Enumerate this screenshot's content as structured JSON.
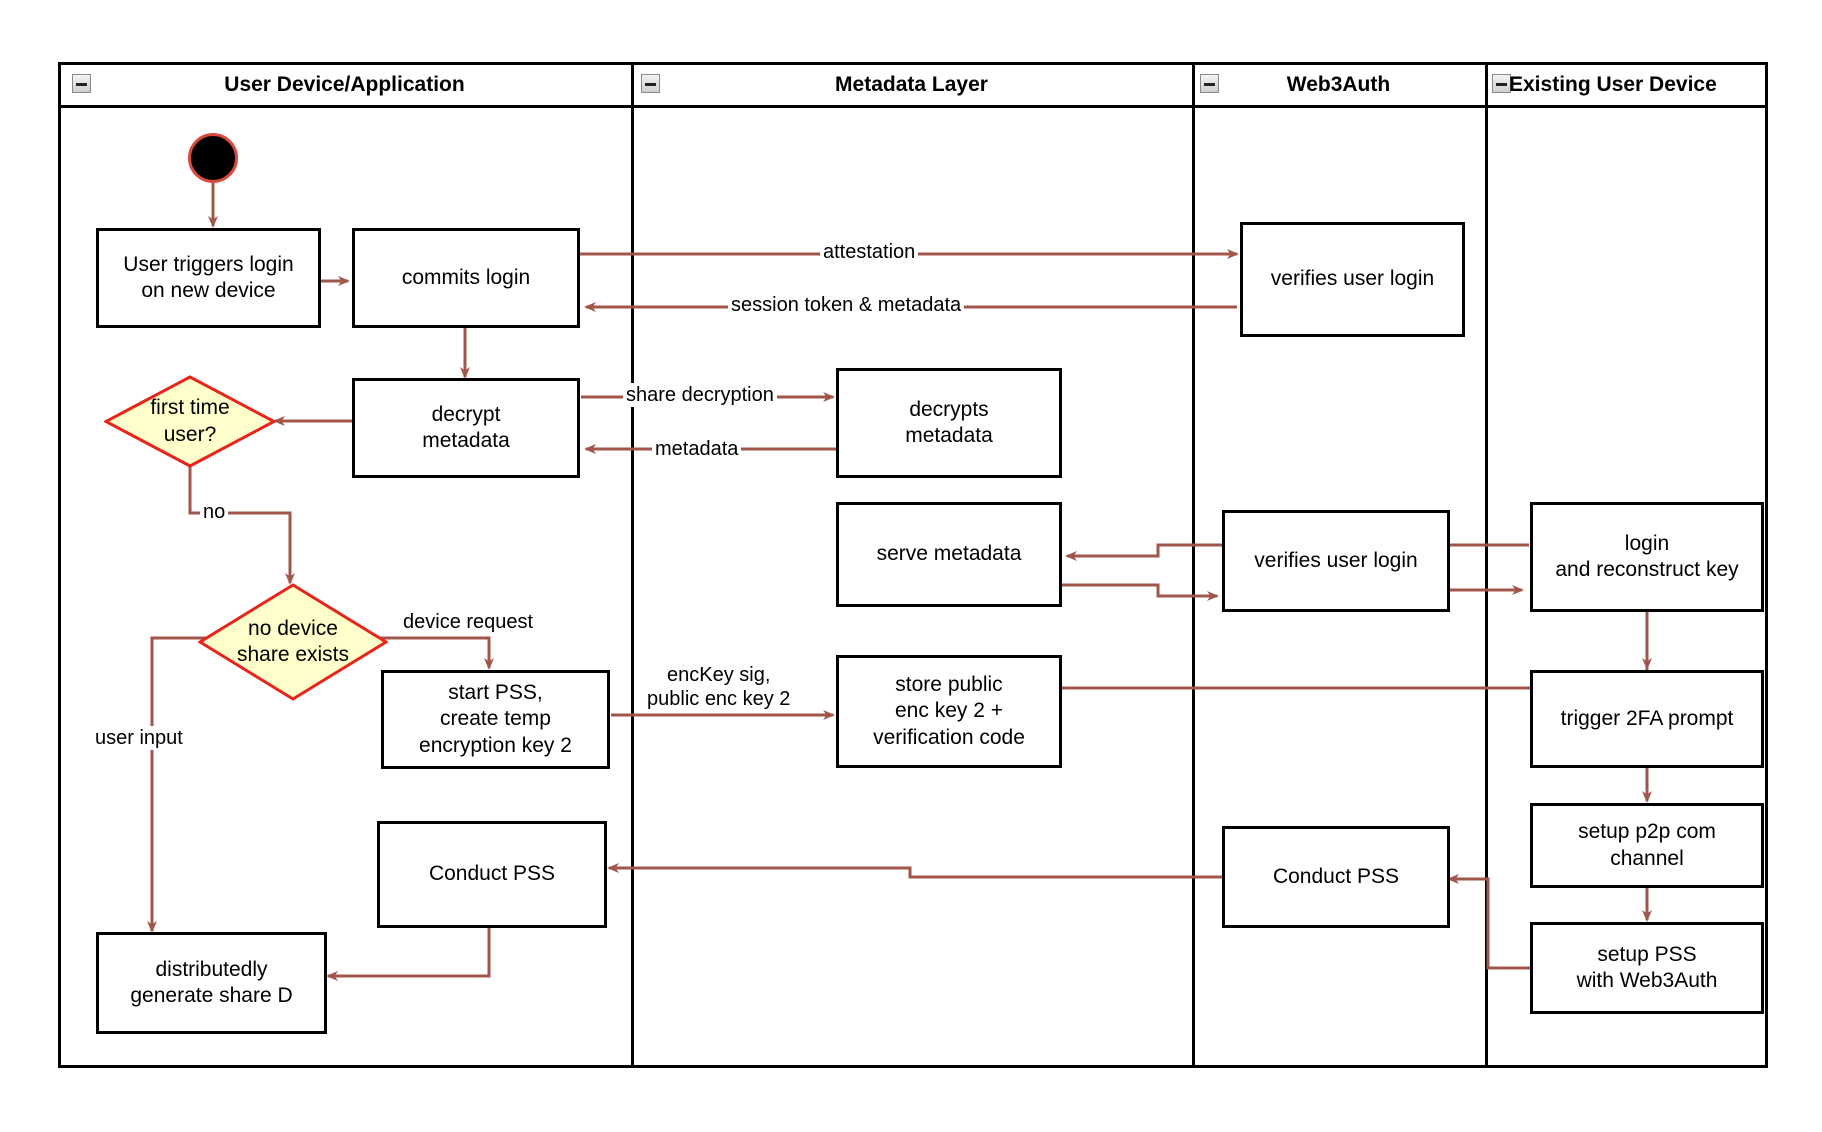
{
  "diagram": {
    "type": "swimlane-activity-diagram",
    "colors": {
      "edge": "#a0564b",
      "decision_fill": "#ffffcc",
      "decision_stroke": "#e8241b",
      "node_stroke": "#000000",
      "start_fill": "#000000",
      "start_stroke": "#e8241b",
      "lane_stroke": "#000000"
    },
    "lanes": [
      {
        "id": "lane-user-device",
        "title": "User Device/Application"
      },
      {
        "id": "lane-metadata",
        "title": "Metadata Layer"
      },
      {
        "id": "lane-web3auth",
        "title": "Web3Auth"
      },
      {
        "id": "lane-existing-device",
        "title": "Existing User Device"
      }
    ],
    "nodes": [
      {
        "id": "start",
        "kind": "start",
        "label": ""
      },
      {
        "id": "user-triggers-login",
        "kind": "process",
        "label": "User triggers login\non new device"
      },
      {
        "id": "commits-login",
        "kind": "process",
        "label": "commits login"
      },
      {
        "id": "verifies-user-login-1",
        "kind": "process",
        "label": "verifies user login"
      },
      {
        "id": "decrypt-metadata",
        "kind": "process",
        "label": "decrypt\nmetadata"
      },
      {
        "id": "decrypts-metadata",
        "kind": "process",
        "label": "decrypts\nmetadata"
      },
      {
        "id": "first-time-user",
        "kind": "decision",
        "label": "first time\nuser?"
      },
      {
        "id": "serve-metadata",
        "kind": "process",
        "label": "serve metadata"
      },
      {
        "id": "verifies-user-login-2",
        "kind": "process",
        "label": "verifies user login"
      },
      {
        "id": "login-reconstruct-key",
        "kind": "process",
        "label": "login\nand reconstruct key"
      },
      {
        "id": "no-device-share-exists",
        "kind": "decision",
        "label": "no device\nshare exists"
      },
      {
        "id": "start-pss-create-temp-key",
        "kind": "process",
        "label": "start PSS,\ncreate temp\nencryption key 2"
      },
      {
        "id": "store-public-enc-key",
        "kind": "process",
        "label": "store public\nenc key 2 +\nverification code"
      },
      {
        "id": "trigger-2fa-prompt",
        "kind": "process",
        "label": "trigger 2FA prompt"
      },
      {
        "id": "setup-p2p-com-channel",
        "kind": "process",
        "label": "setup p2p com\nchannel"
      },
      {
        "id": "conduct-pss-user",
        "kind": "process",
        "label": "Conduct PSS"
      },
      {
        "id": "conduct-pss-web3auth",
        "kind": "process",
        "label": "Conduct PSS"
      },
      {
        "id": "setup-pss-with-web3auth",
        "kind": "process",
        "label": "setup PSS\nwith Web3Auth"
      },
      {
        "id": "distributedly-generate-share-d",
        "kind": "process",
        "label": "distributedly\ngenerate share D"
      }
    ],
    "edge_labels": [
      {
        "id": "attestation",
        "text": "attestation"
      },
      {
        "id": "session-token-metadata",
        "text": "session token & metadata"
      },
      {
        "id": "share-decryption",
        "text": "share decryption"
      },
      {
        "id": "metadata",
        "text": "metadata"
      },
      {
        "id": "no",
        "text": "no"
      },
      {
        "id": "device-request",
        "text": "device request"
      },
      {
        "id": "enc-key-sig",
        "text": "encKey sig,\npublic enc key 2"
      },
      {
        "id": "user-input",
        "text": "user input"
      }
    ]
  }
}
